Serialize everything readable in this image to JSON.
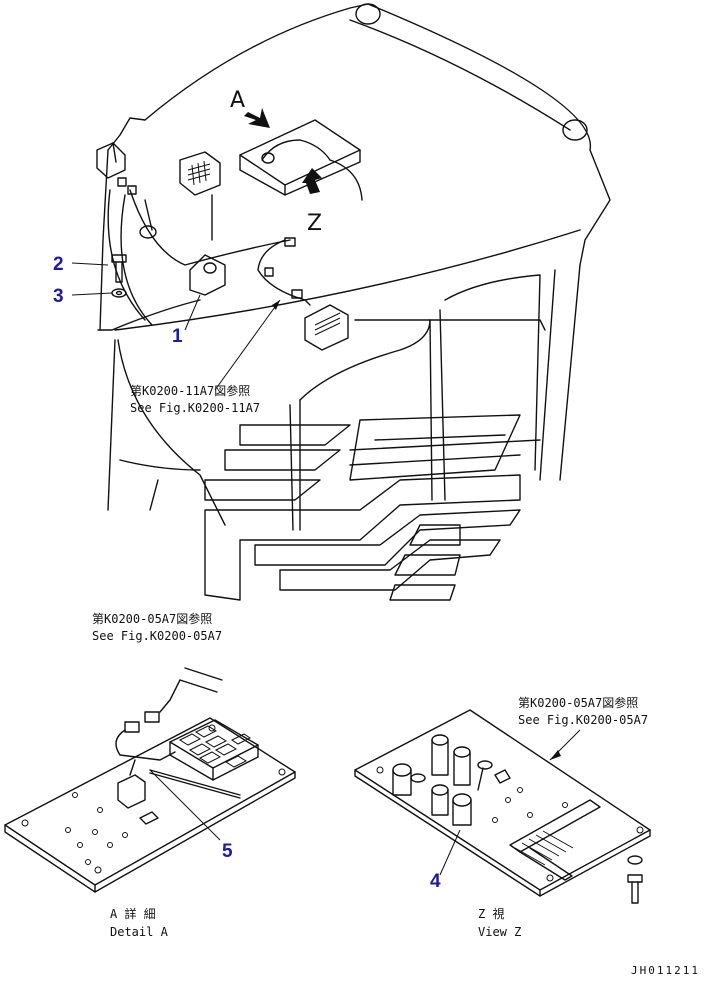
{
  "colors": {
    "line": "#111111",
    "callout": "#1a1aa6",
    "background": "#ffffff"
  },
  "view_markers": {
    "a": "A",
    "z": "Z"
  },
  "callouts": [
    {
      "id": "1",
      "label": "1"
    },
    {
      "id": "2",
      "label": "2"
    },
    {
      "id": "3",
      "label": "3"
    },
    {
      "id": "4",
      "label": "4"
    },
    {
      "id": "5",
      "label": "5"
    }
  ],
  "references": {
    "top": {
      "jp": "第K0200-11A7図参照",
      "en": "See Fig.K0200-11A7"
    },
    "left": {
      "jp": "第K0200-05A7図参照",
      "en": "See Fig.K0200-05A7"
    },
    "right": {
      "jp": "第K0200-05A7図参照",
      "en": "See Fig.K0200-05A7"
    }
  },
  "captions": {
    "detail_a": {
      "jp": "A 詳 細",
      "en": "Detail A"
    },
    "view_z": {
      "jp": "Z 視",
      "en": "View Z"
    }
  },
  "drawing_id": "JH011211"
}
